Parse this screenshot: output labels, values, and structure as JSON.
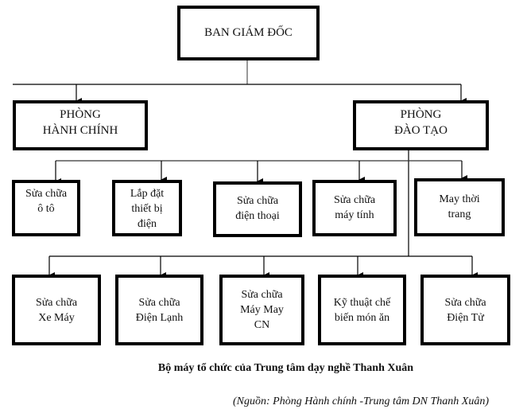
{
  "diagram": {
    "title": "BAN GIÁM ĐỐC",
    "departments": [
      {
        "id": "hanh-chinh",
        "label": "PHÒNG\nHÀNH CHÍNH"
      },
      {
        "id": "dao-tao",
        "label": "PHÒNG\nĐÀO TẠO"
      }
    ],
    "row1": [
      {
        "label": "Sửa chữa\nô tô"
      },
      {
        "label": "Lắp đặt\nthiết bị\nđiện"
      },
      {
        "label": "Sửa chữa\nđiện thoại"
      },
      {
        "label": "Sửa chữa\nmáy tính"
      },
      {
        "label": "May thời\ntrang"
      }
    ],
    "row2": [
      {
        "label": "Sửa chữa\nXe Máy"
      },
      {
        "label": "Sửa chữa\nĐiện Lạnh"
      },
      {
        "label": "Sửa chữa\nMáy May\nCN"
      },
      {
        "label": "Kỹ thuật chế\nbiến món ăn"
      },
      {
        "label": "Sửa chữa\nĐiện Tử"
      }
    ],
    "caption": "Bộ máy tổ chức của Trung tâm dạy nghề Thanh Xuân",
    "source": "(Nguồn: Phòng Hành chính -Trung tâm DN  Thanh Xuân)"
  }
}
